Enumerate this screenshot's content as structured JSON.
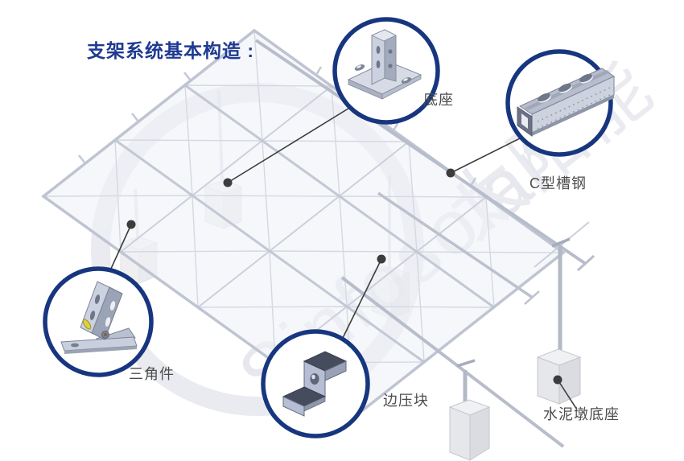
{
  "title": {
    "text": "支架系统基本构造 :"
  },
  "watermark": {
    "latin": "Sinfosolar",
    "cjk": "太阳能"
  },
  "labels": {
    "base": "底座",
    "c_channel": "C型槽钢",
    "triangle": "三角件",
    "edge_clamp": "边压块",
    "cement_pier": "水泥墩底座"
  },
  "colors": {
    "title_text": "#1e3a92",
    "circle_border": "#17367f",
    "label_text": "#4d4d4d",
    "callout_line": "#3c3c3c",
    "frame_line": "#c3c8d5",
    "steel_light": "#ccd2df",
    "steel_dark": "#9ba3b6",
    "clamp_dark_face": "#454c5e",
    "pin_yellow": "#ddd23a",
    "watermark": "#e9eaef",
    "background": "#ffffff"
  }
}
